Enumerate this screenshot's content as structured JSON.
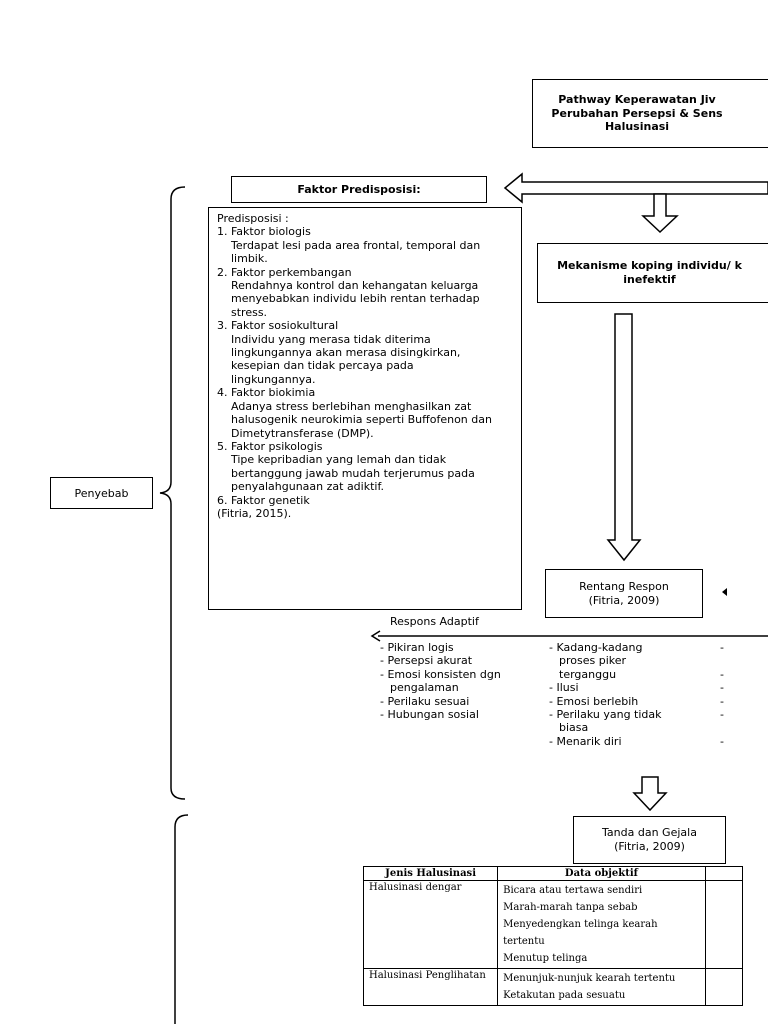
{
  "title": {
    "line1": "Pathway Keperawatan Jiv",
    "line2": "Perubahan Persepsi & Sens",
    "line3": "Halusinasi"
  },
  "faktor_header": "Faktor Predisposisi:",
  "predisposisi": {
    "lines": [
      "Predisposisi :",
      "1. Faktor biologis",
      "   Terdapat lesi pada area frontal, temporal dan",
      "   limbik.",
      "2. Faktor perkembangan",
      "   Rendahnya kontrol dan kehangatan keluarga",
      "   menyebabkan individu lebih rentan terhadap",
      "   stress.",
      "3. Faktor sosiokultural",
      "   Individu yang merasa tidak diterima",
      "   lingkungannya akan merasa disingkirkan,",
      "   kesepian dan tidak percaya pada",
      "   lingkungannya.",
      "4.  Faktor biokimia",
      "   Adanya stress  berlebihan menghasilkan zat",
      "   halusogenik neurokimia seperti Buffofenon dan",
      "   Dimetytransferase (DMP).",
      "5.  Faktor psikologis",
      "   Tipe kepribadian yang lemah dan tidak",
      "   bertanggung jawab mudah  terjerumus pada",
      "   penyalahgunaan zat adiktif.",
      "6.  Faktor genetik",
      "(Fitria, 2015)."
    ]
  },
  "mekanisme": {
    "line1": "Mekanisme koping individu/ k",
    "line2": "inefektif"
  },
  "penyebab": "Penyebab",
  "rentang": {
    "line1": "Rentang Respon",
    "line2": "(Fitria, 2009)"
  },
  "respons_adaptif": "Respons Adaptif",
  "adaptif_list": {
    "l1": "- Pikiran logis",
    "l2": "- Persepsi akurat",
    "l3": "- Emosi konsisten dgn",
    "l4": "pengalaman",
    "l5": "- Perilaku sesuai",
    "l6": "- Hubungan sosial"
  },
  "maladaptif_list": {
    "l1": "- Kadang-kadang",
    "l2": "proses piker",
    "l3": "terganggu",
    "l4": "- Ilusi",
    "l5": "- Emosi berlebih",
    "l6": "- Perilaku yang tidak",
    "l7": "biasa",
    "l8": "- Menarik diri"
  },
  "right_dashes": {
    "d1": "-",
    "d2": "-",
    "d3": "-",
    "d4": "-",
    "d5": "-",
    "d6": "-"
  },
  "tanda": {
    "line1": "Tanda dan Gejala",
    "line2": "(Fitria, 2009)"
  },
  "table": {
    "headers": [
      "Jenis Halusinasi",
      "Data objektif"
    ],
    "row1": {
      "jenis": "Halusinasi dengar",
      "data": [
        "Bicara atau tertawa sendiri",
        "Marah-marah tanpa sebab",
        "Menyedengkan telinga kearah",
        "tertentu",
        "Menutup telinga"
      ]
    },
    "row2": {
      "jenis": "Halusinasi Penglihatan",
      "data": [
        "Menunjuk-nunjuk kearah tertentu",
        "Ketakutan pada sesuatu"
      ]
    }
  }
}
